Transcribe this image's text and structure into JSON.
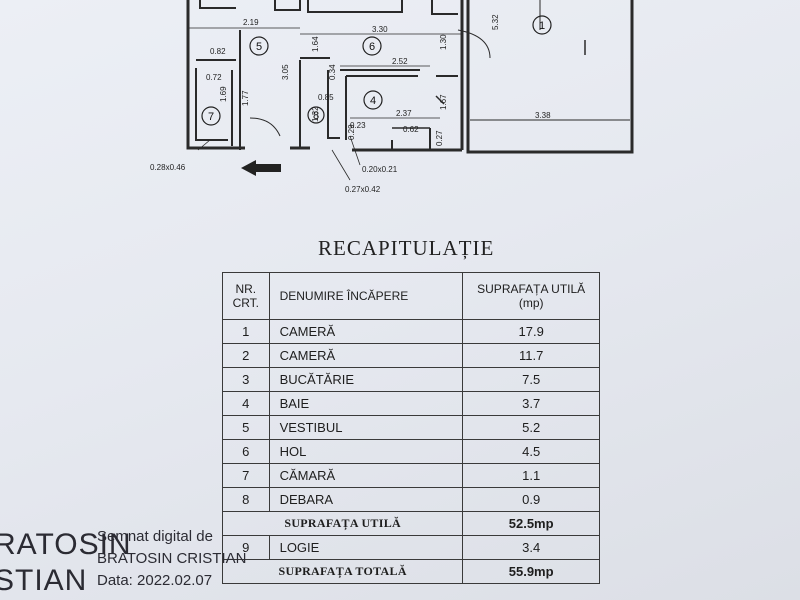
{
  "floorplan": {
    "dimensions": [
      "2.19",
      "3.30",
      "5.32",
      "0.82",
      "1.64",
      "1.30",
      "2.52",
      "0.72",
      "1.69",
      "1.77",
      "3.05",
      "0.34",
      "0.85",
      "1.32",
      "2.37",
      "1.67",
      "3.38",
      "0.23",
      "0.29",
      "0.62",
      "0.27"
    ],
    "callouts": [
      "0.28x0.46",
      "0.20x0.21",
      "0.27x0.42"
    ],
    "rooms": [
      "1",
      "4",
      "5",
      "6",
      "7",
      "8"
    ]
  },
  "recap": {
    "title": "RECAPITULAȚIE",
    "headers": {
      "nr": "NR. CRT.",
      "name": "DENUMIRE ÎNCĂPERE",
      "area": "SUPRAFAȚA UTILĂ (mp)"
    },
    "rows": [
      {
        "nr": "1",
        "name": "CAMERĂ",
        "area": "17.9"
      },
      {
        "nr": "2",
        "name": "CAMERĂ",
        "area": "11.7"
      },
      {
        "nr": "3",
        "name": "BUCĂTĂRIE",
        "area": "7.5"
      },
      {
        "nr": "4",
        "name": "BAIE",
        "area": "3.7"
      },
      {
        "nr": "5",
        "name": "VESTIBUL",
        "area": "5.2"
      },
      {
        "nr": "6",
        "name": "HOL",
        "area": "4.5"
      },
      {
        "nr": "7",
        "name": "CĂMARĂ",
        "area": "1.1"
      },
      {
        "nr": "8",
        "name": "DEBARA",
        "area": "0.9"
      }
    ],
    "useful_total": {
      "label": "SUPRAFAȚA UTILĂ",
      "value": "52.5mp"
    },
    "logia": {
      "nr": "9",
      "name": "LOGIE",
      "area": "3.4"
    },
    "grand_total": {
      "label": "SUPRAFAȚA TOTALĂ",
      "value": "55.9mp"
    }
  },
  "signature": {
    "name_big_1": "RATOSIN",
    "name_big_2": "STIAN",
    "signed_label": "Semnat digital de",
    "signer": "BRATOSIN CRISTIAN",
    "date": "Data: 2022.02.07"
  }
}
